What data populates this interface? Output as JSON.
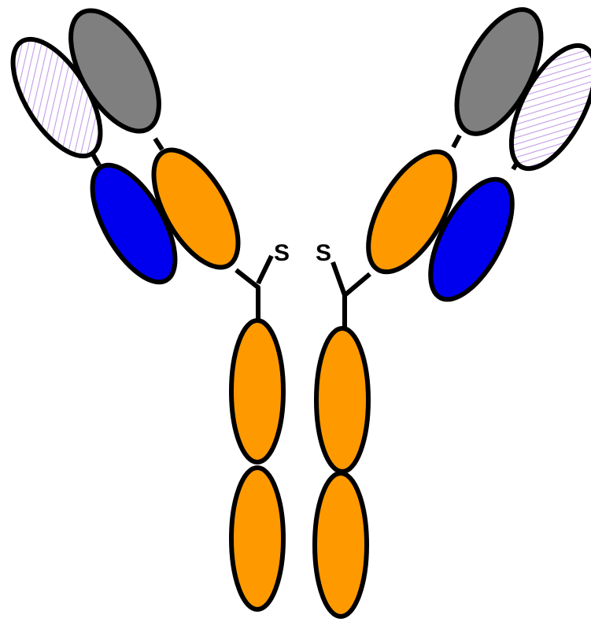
{
  "diagram": {
    "labels": {
      "left_sulfur": "S",
      "right_sulfur": "S"
    },
    "colors": {
      "background": "#ffffff",
      "outline": "#000000",
      "constant_domain": "#ff9900",
      "variable_light": "#0000ee",
      "variable_heavy": "#7f7f7f",
      "hatched_domain_fill": "#ffffff",
      "hatch_line": "#c49be8"
    },
    "domains": {
      "left_arm": [
        "hatched-domain",
        "gray-domain",
        "blue-domain",
        "orange-domain"
      ],
      "right_arm": [
        "gray-domain",
        "hatched-domain",
        "orange-domain",
        "blue-domain"
      ],
      "stem": [
        "orange-domain",
        "orange-domain",
        "orange-domain",
        "orange-domain"
      ]
    }
  }
}
